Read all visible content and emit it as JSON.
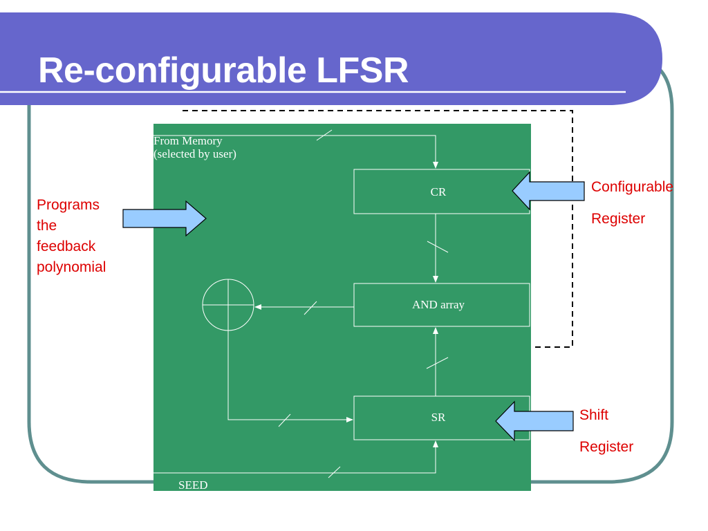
{
  "slide": {
    "title": "Re-configurable LFSR",
    "colors": {
      "title_band": "#6666cc",
      "frame_border": "#5f8f8f",
      "diagram_background": "#339966",
      "annotation_text": "#dd0000",
      "callout_arrow_fill": "#99ccff"
    }
  },
  "diagram": {
    "from_memory_line1": "From Memory",
    "from_memory_line2": "(selected by user)",
    "blocks": {
      "cr": "CR",
      "and_array": "AND array",
      "sr": "SR"
    },
    "seed": "SEED"
  },
  "annotations": {
    "programs": [
      "Programs",
      "the",
      "feedback",
      "polynomial"
    ],
    "configurable": [
      "Configurable",
      "Register"
    ],
    "shift": [
      "Shift",
      "Register"
    ]
  }
}
